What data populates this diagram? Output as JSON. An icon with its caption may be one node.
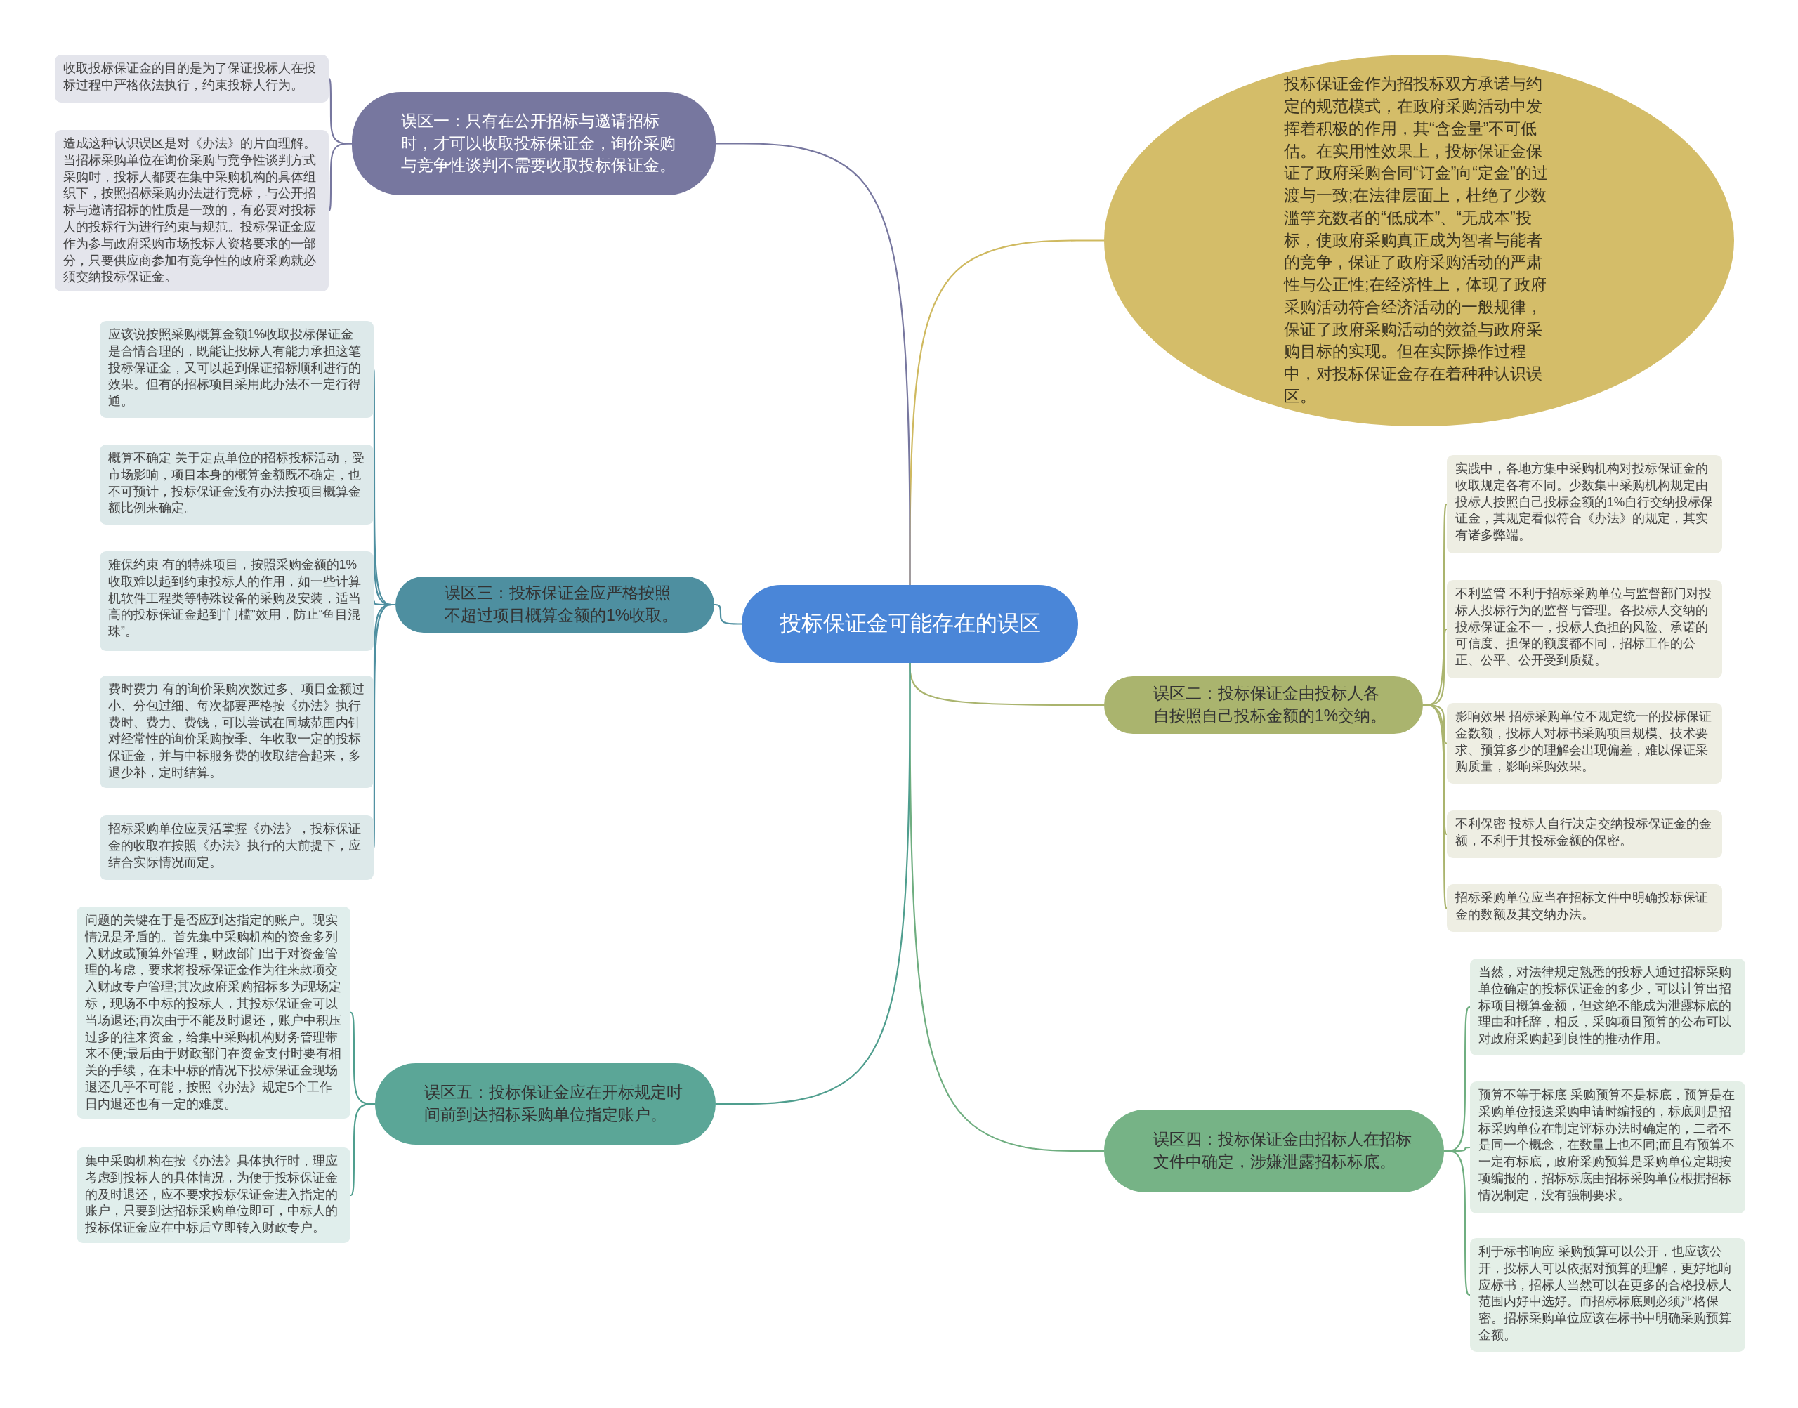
{
  "diagram": {
    "nodes": [
      {
        "text": [
          "投标保证金可能存在的误区"
        ]
      },
      {
        "text": [
          "投标保证金作为招投标双方承诺与约定的规范模式，在政府采购活动中发挥着积极的作用，其“含金量”不可低估。在实用性效果上，投标保证金保证了政府采购合同“订金”向“定金”的过渡与一致;在法律层面上，杜绝了少数滥竽充数者的“低成本”、“无成本”投标，使政府采购真正成为智者与能者的竞争，保证了政府采购活动的严肃性与公正性;在经济性上，体现了政府采购活动符合经济活动的一般规律，保证了政府采购活动的效益与政府采购目标的实现。但在实际操作过程中，对投标保证金存在着种种认识误区。"
        ]
      },
      {
        "text": [
          "误区一：只有在公开招标与邀请招标时，才可以收取投标保证金，询价采购与竞争性谈判不需要收取投标保证金。"
        ]
      },
      {
        "text": [
          "收取投标保证金的目的是为了保证投标人在投标过程中严格依法执行，约束投标人行为。"
        ]
      },
      {
        "text": [
          "造成这种认识误区是对《办法》的片面理解。当招标采购单位在询价采购与竞争性谈判方式采购时，投标人都要在集中采购机构的具体组织下，按照招标采购办法进行竞标，与公开招标与邀请招标的性质是一致的，有必要对投标人的投标行为进行约束与规范。投标保证金应作为参与政府采购市场投标人资格要求的一部分，只要供应商参加有竞争性的政府采购就必须交纳投标保证金。"
        ]
      },
      {
        "text": [
          "误区二：投标保证金由投标人各自按照自己投标金额的1%交纳。"
        ]
      },
      {
        "text": [
          "实践中，各地方集中采购机构对投标保证金的收取规定各有不同。少数集中采购机构规定由投标人按照自己投标金额的1%自行交纳投标保证金，其规定看似符合《办法》的规定，其实有诸多弊端。"
        ]
      },
      {
        "text": [
          "不利监管 不利于招标采购单位与监督部门对投标人投标行为的监督与管理。各投标人交纳的投标保证金不一，投标人负担的风险、承诺的可信度、担保的额度都不同，招标工作的公正、公平、公开受到质疑。"
        ]
      },
      {
        "text": [
          "影响效果 招标采购单位不规定统一的投标保证金数额，投标人对标书采购项目规模、技术要求、预算多少的理解会出现偏差，难以保证采购质量，影响采购效果。"
        ]
      },
      {
        "text": [
          "不利保密 投标人自行决定交纳投标保证金的金额，不利于其投标金额的保密。"
        ]
      },
      {
        "text": [
          "招标采购单位应当在招标文件中明确投标保证金的数额及其交纳办法。"
        ]
      },
      {
        "text": [
          "误区三：投标保证金应严格按照不超过项目概算金额的1%收取。"
        ]
      },
      {
        "text": [
          "应该说按照采购概算金额1%收取投标保证金是合情合理的，既能让投标人有能力承担这笔投标保证金，又可以起到保证招标顺利进行的效果。但有的招标项目采用此办法不一定行得通。"
        ]
      },
      {
        "text": [
          "概算不确定 关于定点单位的招标投标活动，受市场影响，项目本身的概算金额既不确定，也不可预计，投标保证金没有办法按项目概算金额比例来确定。"
        ]
      },
      {
        "text": [
          "难保约束 有的特殊项目，按照采购金额的1%收取难以起到约束投标人的作用，如一些计算机软件工程类等特殊设备的采购及安装，适当高的投标保证金起到“门槛”效用，防止“鱼目混珠”。"
        ]
      },
      {
        "text": [
          "费时费力 有的询价采购次数过多、项目金额过小、分包过细、每次都要严格按《办法》执行费时、费力、费钱，可以尝试在同城范围内针对经常性的询价采购按季、年收取一定的投标保证金，并与中标服务费的收取结合起来，多退少补，定时结算。"
        ]
      },
      {
        "text": [
          "招标采购单位应灵活掌握《办法》，投标保证金的收取在按照《办法》执行的大前提下，应结合实际情况而定。"
        ]
      },
      {
        "text": [
          "误区四：投标保证金由招标人在招标文件中确定，涉嫌泄露招标标底。"
        ]
      },
      {
        "text": [
          "当然，对法律规定熟悉的投标人通过招标采购单位确定的投标保证金的多少，可以计算出招标项目概算金额，但这绝不能成为泄露标底的理由和托辞，相反，采购项目预算的公布可以对政府采购起到良性的推动作用。"
        ]
      },
      {
        "text": [
          "预算不等于标底 采购预算不是标底，预算是在采购单位报送采购申请时编报的，标底则是招标采购单位在制定评标办法时确定的，二者不是同一个概念，在数量上也不同;而且有预算不一定有标底，政府采购预算是采购单位定期按项编报的，招标标底由招标采购单位根据招标情况制定，没有强制要求。"
        ]
      },
      {
        "text": [
          "利于标书响应 采购预算可以公开，也应该公开，投标人可以依据对预算的理解，更好地响应标书，招标人当然可以在更多的合格投标人范围内好中选好。而招标标底则必须严格保密。招标采购单位应该在标书中明确采购预算金额。"
        ]
      },
      {
        "text": [
          "误区五：投标保证金应在开标规定时间前到达招标采购单位指定账户。"
        ]
      },
      {
        "text": [
          "问题的关键在于是否应到达指定的账户。现实情况是矛盾的。首先集中采购机构的资金多列入财政或预算外管理，财政部门出于对资金管理的考虑，要求将投标保证金作为往来款项交入财政专户管理;其次政府采购招标多为现场定标，现场不中标的投标人，其投标保证金可以当场退还;再次由于不能及时退还，账户中积压过多的往来资金，给集中采购机构财务管理带来不便;最后由于财政部门在资金支付时要有相关的手续，在未中标的情况下投标保证金现场退还几乎不可能，按照《办法》规定5个工作日内退还也有一定的难度。"
        ]
      },
      {
        "text": [
          "集中采购机构在按《办法》具体执行时，理应考虑到投标人的具体情况，为便于投标保证金的及时退还，应不要求投标保证金进入指定的账户，只要到达招标采购单位即可，中标人的投标保证金应在中标后立即转入财政专户。"
        ]
      }
    ],
    "edges": [
      {
        "from": 0,
        "to": 1,
        "arrow": "none",
        "color": "#cfb95f"
      },
      {
        "from": 0,
        "to": 2,
        "arrow": "none",
        "color": "#77779f"
      },
      {
        "from": 2,
        "to": 3,
        "arrow": "none",
        "color": "#77779f"
      },
      {
        "from": 2,
        "to": 4,
        "arrow": "none",
        "color": "#77779f"
      },
      {
        "from": 0,
        "to": 5,
        "arrow": "none",
        "color": "#aab46e"
      },
      {
        "from": 5,
        "to": 6,
        "arrow": "none",
        "color": "#aab46e"
      },
      {
        "from": 5,
        "to": 7,
        "arrow": "none",
        "color": "#aab46e"
      },
      {
        "from": 5,
        "to": 8,
        "arrow": "none",
        "color": "#aab46e"
      },
      {
        "from": 5,
        "to": 9,
        "arrow": "none",
        "color": "#aab46e"
      },
      {
        "from": 5,
        "to": 10,
        "arrow": "none",
        "color": "#aab46e"
      },
      {
        "from": 0,
        "to": 11,
        "arrow": "none",
        "color": "#4e8fa0"
      },
      {
        "from": 11,
        "to": 12,
        "arrow": "none",
        "color": "#4e8fa0"
      },
      {
        "from": 11,
        "to": 13,
        "arrow": "none",
        "color": "#4e8fa0"
      },
      {
        "from": 11,
        "to": 14,
        "arrow": "none",
        "color": "#4e8fa0"
      },
      {
        "from": 11,
        "to": 15,
        "arrow": "none",
        "color": "#4e8fa0"
      },
      {
        "from": 11,
        "to": 16,
        "arrow": "none",
        "color": "#4e8fa0"
      },
      {
        "from": 0,
        "to": 17,
        "arrow": "none",
        "color": "#6fae80"
      },
      {
        "from": 17,
        "to": 18,
        "arrow": "none",
        "color": "#6fae80"
      },
      {
        "from": 17,
        "to": 19,
        "arrow": "none",
        "color": "#6fae80"
      },
      {
        "from": 17,
        "to": 20,
        "arrow": "none",
        "color": "#6fae80"
      },
      {
        "from": 0,
        "to": 21,
        "arrow": "none",
        "color": "#4f9e8e"
      },
      {
        "from": 21,
        "to": 22,
        "arrow": "none",
        "color": "#4f9e8e"
      },
      {
        "from": 21,
        "to": 23,
        "arrow": "none",
        "color": "#4f9e8e"
      }
    ]
  }
}
